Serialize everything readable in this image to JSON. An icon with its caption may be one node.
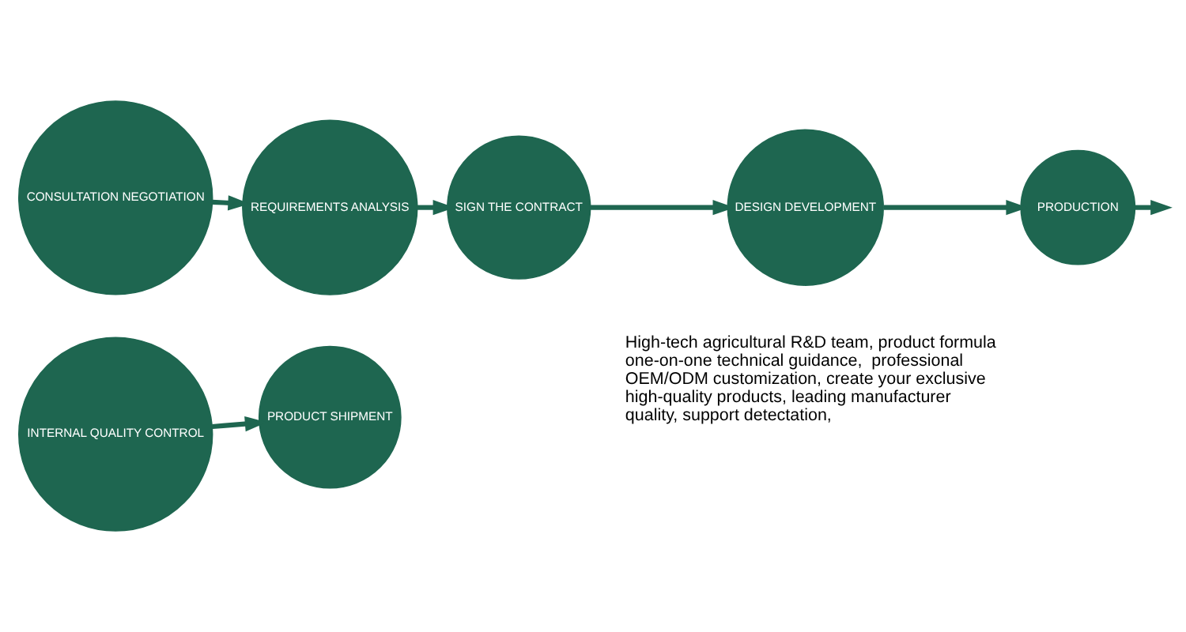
{
  "diagram": {
    "nodes": [
      {
        "text": [
          "CONSULTATION NEGOTIATION"
        ]
      },
      {
        "text": [
          "REQUIREMENTS ANALYSIS"
        ]
      },
      {
        "text": [
          "SIGN THE CONTRACT"
        ]
      },
      {
        "text": [
          "DESIGN DEVELOPMENT"
        ]
      },
      {
        "text": [
          "PRODUCTION"
        ]
      },
      {
        "text": [
          "INTERNAL QUALITY CONTROL"
        ]
      },
      {
        "text": [
          "PRODUCT SHIPMENT"
        ]
      }
    ],
    "edges": [
      {
        "from": 0,
        "to": 1,
        "arrow": "to"
      },
      {
        "from": 1,
        "to": 2,
        "arrow": "to"
      },
      {
        "from": 2,
        "to": 3,
        "arrow": "to"
      },
      {
        "from": 3,
        "to": 4,
        "arrow": "to"
      },
      {
        "from": 4,
        "to": null,
        "arrow": "to"
      },
      {
        "from": 5,
        "to": 6,
        "arrow": "to"
      }
    ],
    "labels": [
      "High-tech agricultural R&D team, product formula one-on-one technical guidance,  professional OEM/ODM customization, create your exclusive high-quality products, leading manufacturer quality, support detectation,"
    ]
  }
}
